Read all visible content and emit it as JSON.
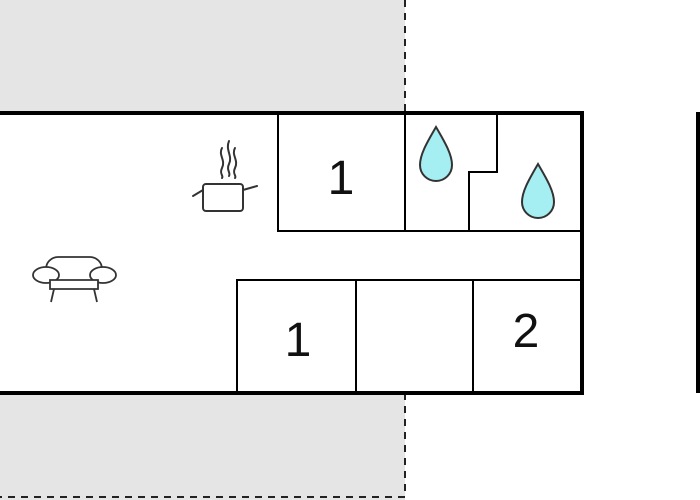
{
  "floor_plan": {
    "rooms": [
      {
        "id": "bedroom-top",
        "beds": "1"
      },
      {
        "id": "bedroom-bottom-left",
        "beds": "1"
      },
      {
        "id": "bedroom-bottom-right",
        "beds": "2"
      }
    ],
    "icons": [
      "kitchen-pot-icon",
      "sofa-icon",
      "water-drop-icon",
      "water-drop-icon"
    ],
    "colors": {
      "wall": "#000000",
      "terrace": "#e5e5e5",
      "water_drop": "#a5eef2"
    }
  }
}
